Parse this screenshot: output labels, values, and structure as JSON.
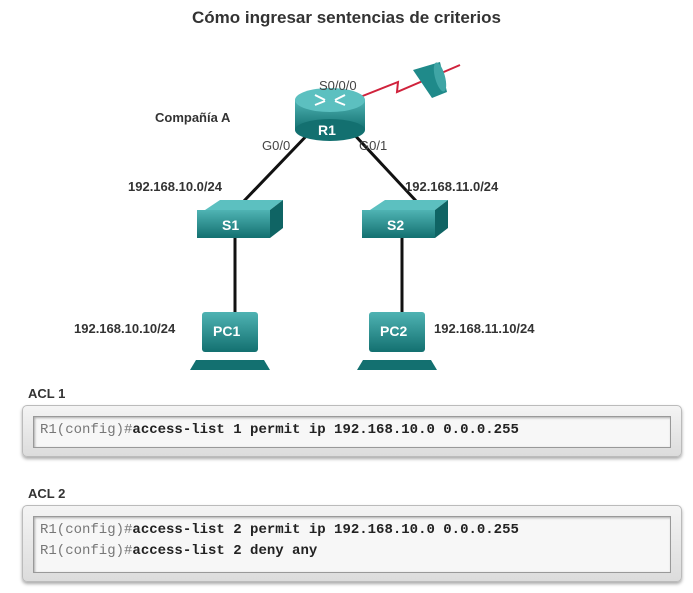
{
  "title": "Cómo ingresar sentencias de criterios",
  "topology": {
    "company": "Compañía A",
    "router": {
      "name": "R1",
      "serial": "S0/0/0",
      "g00": "G0/0",
      "g01": "G0/1"
    },
    "switches": [
      "S1",
      "S2"
    ],
    "pcs": [
      {
        "name": "PC1",
        "ip": "192.168.10.10/24"
      },
      {
        "name": "PC2",
        "ip": "192.168.11.10/24"
      }
    ],
    "networks": [
      "192.168.10.0/24",
      "192.168.11.0/24"
    ]
  },
  "acls": [
    {
      "label": "ACL 1",
      "lines": [
        {
          "prompt": "R1(config)#",
          "cmd": "access-list 1 permit ip 192.168.10.0 0.0.0.255"
        }
      ]
    },
    {
      "label": "ACL 2",
      "lines": [
        {
          "prompt": "R1(config)#",
          "cmd": "access-list 2 permit ip 192.168.10.0 0.0.0.255"
        },
        {
          "prompt": "R1(config)#",
          "cmd": "access-list 2 deny any"
        }
      ]
    }
  ],
  "colors": {
    "device": "#1f8a8a",
    "serial_link": "#d0223c"
  }
}
